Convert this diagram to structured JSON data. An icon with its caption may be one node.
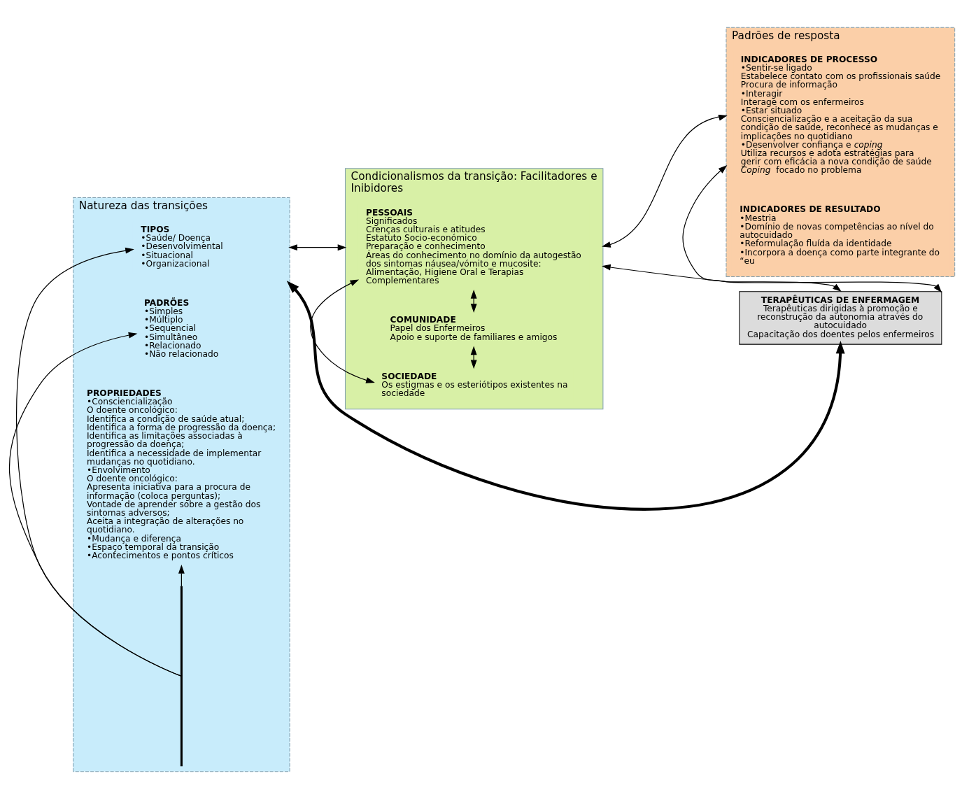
{
  "diagram": {
    "nodes": [
      {
        "text": [
          "Natureza das transições"
        ]
      },
      {
        "text": [
          "TIPOS",
          "•Saúde/ Doença",
          "•Desenvolvimental",
          "•Situacional",
          "•Organizacional"
        ],
        "in": 0
      },
      {
        "text": [
          "PADRÕES",
          "•Simples",
          "•Múltiplo",
          "•Sequencial",
          "•Simultâneo",
          "•Relacionado",
          "•Não relacionado"
        ],
        "in": 0
      },
      {
        "text": [
          "PROPRIEDADES",
          "•Consciencialização",
          "O doente oncológico:",
          "Identifica a condição de saúde atual;",
          "Identifica a forma de progressão da doença;",
          "Identifica as limitações associadas à progressão da doença;",
          "Identifica a necessidade de implementar mudanças no quotidiano.",
          "•Envolvimento",
          "O doente oncológico:",
          "Apresenta iniciativa para a procura de informação (coloca perguntas);",
          "Vontade de aprender sobre a gestão dos sintomas adversos;",
          "Aceita a integração de alterações no quotidiano.",
          "•Mudança e diferença",
          "•Espaço temporal da transição",
          "•Acontecimentos e pontos críticos"
        ],
        "in": 0
      },
      {
        "text": [],
        "shape": "bar",
        "in": 0
      },
      {
        "text": [
          "Condicionalismos da transição: Facilitadores e Inibidores"
        ]
      },
      {
        "text": [
          "PESSOAIS",
          "Significados",
          "Crenças culturais e atitudes",
          "Estatuto Socio-económico",
          "Preparação e conhecimento",
          "Áreas do conhecimento no domínio da autogestão dos sintomas náusea/vómito e mucosite: Alimentação, Higiene Oral e Terapias Complementares"
        ],
        "in": 5
      },
      {
        "text": [
          "COMUNIDADE",
          "Papel dos Enfermeiros",
          "Apoio e suporte de familiares e amigos"
        ],
        "in": 5
      },
      {
        "text": [
          "SOCIEDADE",
          "Os estigmas e os esteriótipos existentes na sociedade"
        ],
        "in": 5
      },
      {
        "text": [
          "Padrões de resposta"
        ]
      },
      {
        "text": [
          "INDICADORES DE PROCESSO",
          "•Sentir-se ligado",
          "Estabelece contato com os profissionais saúde",
          "Procura de informação",
          "•Interagir",
          "Interage com os enfermeiros",
          "•Estar situado",
          "Consciencialização e a aceitação da sua condição de saúde, reconhece as mudanças e implicações no quotidiano",
          "•Desenvolver confiança e *coping*",
          "Utiliza recursos e adota estratégias para gerir com eficácia a nova condição de saúde",
          "*Coping* focado no problema"
        ],
        "in": 9
      },
      {
        "text": [
          "INDICADORES DE RESULTADO",
          "•Mestria",
          "•Domínio de novas competências ao nível do autocuidado",
          "•Reformulação fluída da identidade",
          "•Incorpora a doença como parte integrante do “eu"
        ],
        "in": 9
      },
      {
        "text": [
          "TERAPÊUTICAS DE ENFERMAGEM",
          "Terapêuticas dirigidas à promoção e reconstrução da autonomia através do autocuidado",
          "Capacitação dos doentes pelos enfermeiros"
        ]
      }
    ],
    "edges": [
      {
        "from": 4,
        "to": 1,
        "arrow": "to"
      },
      {
        "from": 4,
        "to": 2,
        "arrow": "to"
      },
      {
        "from": 4,
        "to": 3,
        "arrow": "to"
      },
      {
        "from": 0,
        "to": 5,
        "arrow": "both"
      },
      {
        "from": 6,
        "to": 7,
        "arrow": "both"
      },
      {
        "from": 6,
        "to": 8,
        "arrow": "both"
      },
      {
        "from": 7,
        "to": 8,
        "arrow": "both"
      },
      {
        "from": 5,
        "to": 9,
        "arrow": "both"
      },
      {
        "from": 5,
        "to": 12,
        "arrow": "both"
      },
      {
        "from": 9,
        "to": 12,
        "arrow": "both"
      },
      {
        "from": 12,
        "to": 0,
        "arrow": "both",
        "style": "thick"
      }
    ]
  }
}
